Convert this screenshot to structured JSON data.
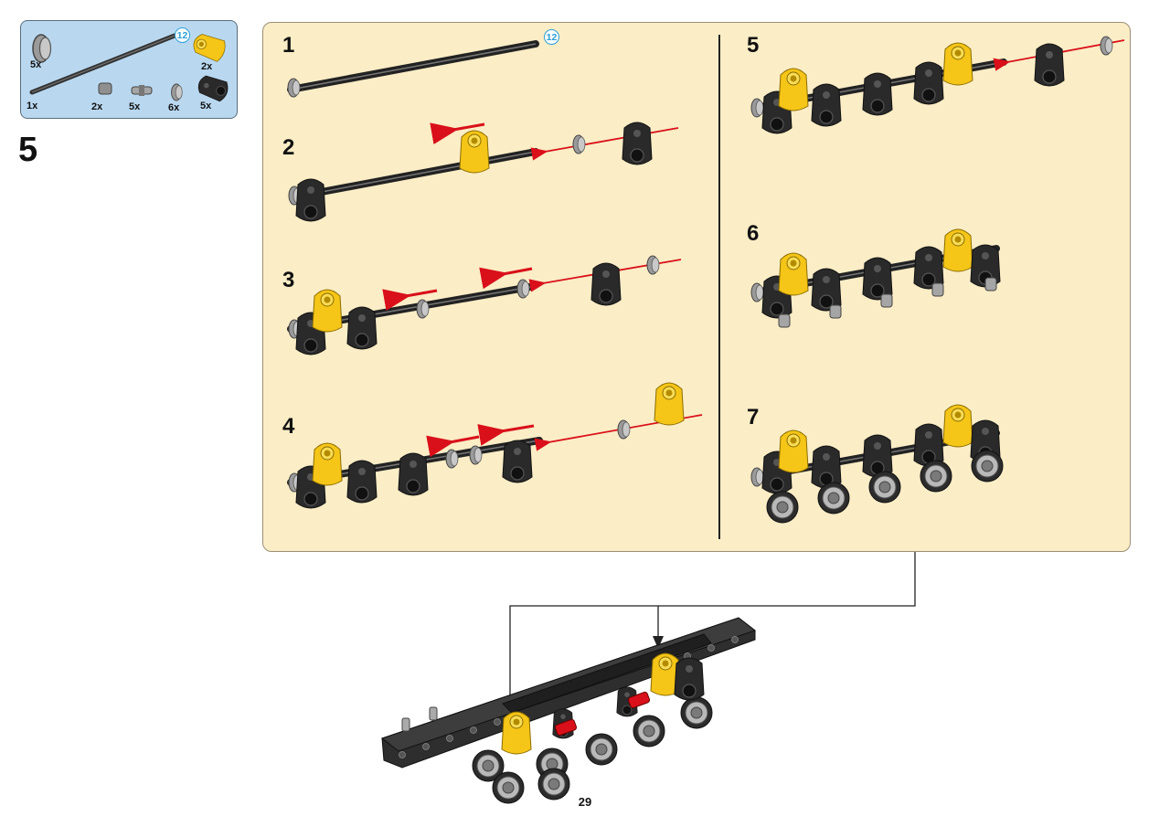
{
  "parts_box": {
    "items": [
      {
        "name": "bush",
        "qty": "5x"
      },
      {
        "name": "axle",
        "qty": "1x",
        "length": "12"
      },
      {
        "name": "yellow-connector",
        "qty": "2x"
      },
      {
        "name": "pin-small",
        "qty": "2x"
      },
      {
        "name": "axle-pin",
        "qty": "5x"
      },
      {
        "name": "half-bush",
        "qty": "6x"
      },
      {
        "name": "black-connector",
        "qty": "5x"
      }
    ]
  },
  "main_step": "5",
  "substeps": [
    {
      "number": "1",
      "axle_length": "12"
    },
    {
      "number": "2"
    },
    {
      "number": "3"
    },
    {
      "number": "4"
    },
    {
      "number": "5"
    },
    {
      "number": "6"
    },
    {
      "number": "7"
    }
  ],
  "page_number": "29",
  "colors": {
    "callout_bg": "#fbedc6",
    "parts_bg": "#b9d8f0",
    "arrow": "#d9101a",
    "yellow": "#f5c518",
    "black": "#222222"
  }
}
